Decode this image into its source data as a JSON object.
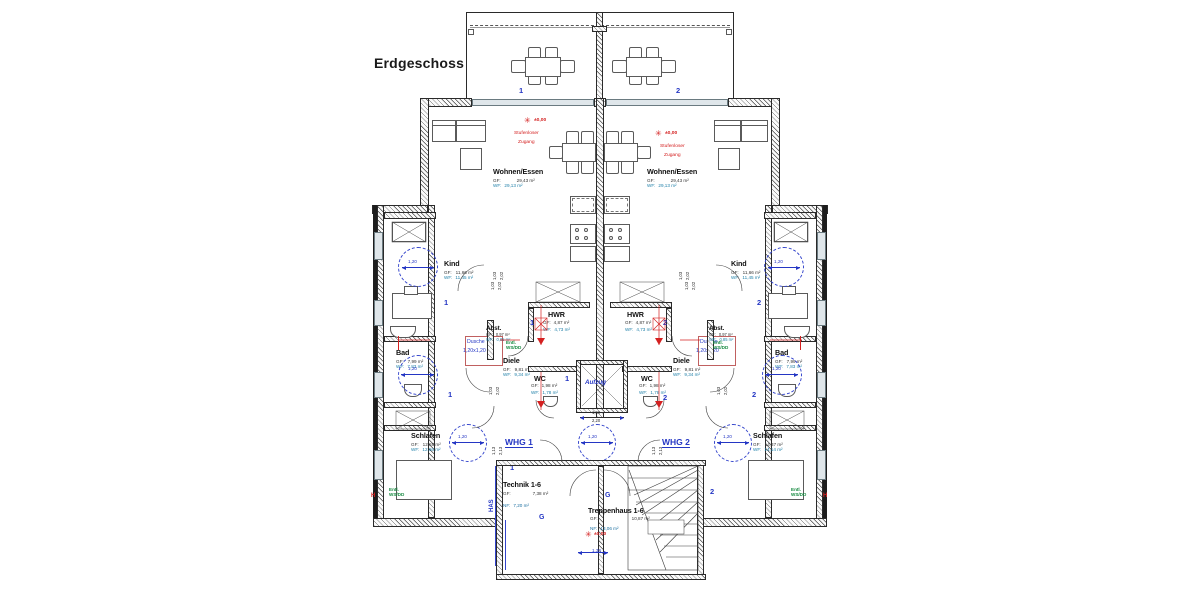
{
  "plan": {
    "title": "Erdgeschoss",
    "level_marker": "±0,00",
    "level_marker_bottom": "±0,00"
  },
  "terraces": [
    {
      "number": "1"
    },
    {
      "number": "2"
    }
  ],
  "apartments": [
    {
      "label": "WHG 1",
      "number": "1"
    },
    {
      "label": "WHG 2",
      "number": "2"
    }
  ],
  "access_notes": [
    {
      "line1": "Stufenloser",
      "line2": "Zugang",
      "level": "±0,00"
    },
    {
      "line1": "Stufenloser",
      "line2": "Zugang",
      "level": "±0,00"
    }
  ],
  "rooms": {
    "left": [
      {
        "name": "Wohnen/Essen",
        "gf_label": "GF:",
        "gf": "29,43 m²",
        "wf_label": "WF:",
        "wf": "29,13 m²"
      },
      {
        "name": "Kind",
        "gf_label": "GF:",
        "gf": "11,66 m²",
        "wf_label": "WF:",
        "wf": "11,45 m²"
      },
      {
        "name": "Bad",
        "gf_label": "GF:",
        "gf": "7,99 m²",
        "wf_label": "WF:",
        "wf": "7,83 m²"
      },
      {
        "name": "Diele",
        "gf_label": "GF:",
        "gf": "9,81 m²",
        "wf_label": "WF:",
        "wf": "9,34 m²"
      },
      {
        "name": "HWR",
        "gf_label": "GF:",
        "gf": "4,87 m²",
        "wf_label": "WF:",
        "wf": "4,73 m²"
      },
      {
        "name": "WC",
        "gf_label": "GF:",
        "gf": "1,98 m²",
        "wf_label": "WF:",
        "wf": "1,78 m²"
      },
      {
        "name": "Abst.",
        "gf_label": "GF:",
        "gf": "0,97 m²",
        "wf_label": "WF:",
        "wf": "0,85 m²"
      },
      {
        "name": "Schlafen",
        "gf_label": "GF:",
        "gf": "12,88 m²",
        "wf_label": "WF:",
        "wf": "12,66 m²"
      }
    ],
    "right": [
      {
        "name": "Wohnen/Essen",
        "gf_label": "GF:",
        "gf": "29,43 m²",
        "wf_label": "WF:",
        "wf": "29,13 m²"
      },
      {
        "name": "Kind",
        "gf_label": "GF:",
        "gf": "11,66 m²",
        "wf_label": "WF:",
        "wf": "11,45 m²"
      },
      {
        "name": "Bad",
        "gf_label": "GF:",
        "gf": "7,99 m²",
        "wf_label": "WF:",
        "wf": "7,83 m²"
      },
      {
        "name": "Diele",
        "gf_label": "GF:",
        "gf": "9,81 m²",
        "wf_label": "WF:",
        "wf": "9,34 m²"
      },
      {
        "name": "HWR",
        "gf_label": "GF:",
        "gf": "4,87 m²",
        "wf_label": "WF:",
        "wf": "4,73 m²"
      },
      {
        "name": "WC",
        "gf_label": "GF:",
        "gf": "1,98 m²",
        "wf_label": "WF:",
        "wf": "1,78 m²"
      },
      {
        "name": "Abst.",
        "gf_label": "GF:",
        "gf": "0,97 m²",
        "wf_label": "WF:",
        "wf": "0,85 m²"
      },
      {
        "name": "Schlafen",
        "gf_label": "GF:",
        "gf": "14,37 m²",
        "wf_label": "WF:",
        "wf": "14,14 m²"
      }
    ],
    "shared": [
      {
        "name": "Aufzug",
        "dim_w": "1,60",
        "dim_h": "2,20"
      },
      {
        "name": "Technik 1-6",
        "gf_label": "GF:",
        "gf": "7,38 m²",
        "nf_label": "NF:",
        "nf": "7,20 m²",
        "code": "G"
      },
      {
        "name": "Treppenhaus 1-6",
        "gf_label": "GF:",
        "gf": "10,87 m²",
        "nf_label": "NF:",
        "nf": "13,06 m²",
        "code": "G",
        "level": "±0,00",
        "door_width": "1,30"
      }
    ]
  },
  "fixtures": {
    "shower_left": {
      "label": "Dusche",
      "size": "1,20x1,20"
    },
    "shower_right": {
      "label": "Dusche",
      "size": "1,20x1,20"
    }
  },
  "turning_circles": [
    {
      "value": "1,20"
    },
    {
      "value": "1,20"
    },
    {
      "value": "1,20"
    },
    {
      "value": "1,20"
    },
    {
      "value": "1,20"
    },
    {
      "value": "1,20"
    },
    {
      "value": "1,20"
    },
    {
      "value": "1,20"
    }
  ],
  "door_dims": [
    {
      "clear": "1,03",
      "total": "2,02"
    },
    {
      "clear": "1,03",
      "total": "2,02"
    },
    {
      "clear": "1,03",
      "total": "2,02"
    },
    {
      "clear": "1,03",
      "total": "2,02"
    },
    {
      "clear": "1,03",
      "total": "2,02"
    },
    {
      "clear": "1,03",
      "total": "2,02"
    },
    {
      "clear": "1,13",
      "total": "2,13"
    },
    {
      "clear": "1,13",
      "total": "2,13"
    }
  ],
  "annotations": {
    "vent_label": "Entl.",
    "smoke_label": "WS/DD",
    "house_connection": "HAS",
    "house_connection_marker": "H"
  },
  "colors": {
    "blue": "#2436c4",
    "red": "#d42020",
    "green": "#14893f",
    "cyan": "#1e7fa8",
    "wall": "#1d1d1d"
  }
}
